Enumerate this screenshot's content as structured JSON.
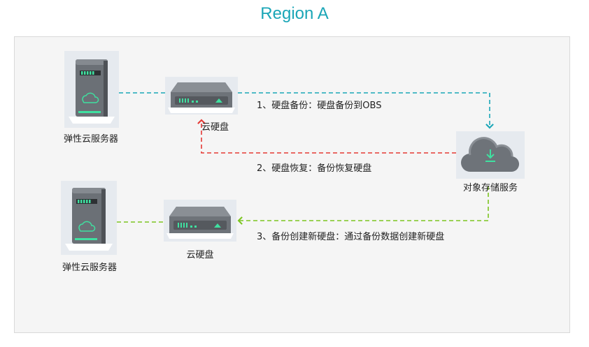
{
  "title": "Region A",
  "nodes": {
    "ecs_top": "弹性云服务器",
    "ecs_bottom": "弹性云服务器",
    "evs_top": "云硬盘",
    "evs_bottom": "云硬盘",
    "obs": "对象存储服务"
  },
  "edges": {
    "backup": "1、硬盘备份：硬盘备份到OBS",
    "restore": "2、硬盘恢复：备份恢复硬盘",
    "create": "3、备份创建新硬盘：通过备份数据创建新硬盘"
  },
  "colors": {
    "title": "#1aa6b7",
    "backup_line": "#1aa6b7",
    "restore_line": "#e53935",
    "create_line": "#7cc520"
  },
  "icons": {
    "ecs": "server-tower-icon",
    "evs": "disk-drive-icon",
    "obs": "cloud-storage-icon"
  }
}
